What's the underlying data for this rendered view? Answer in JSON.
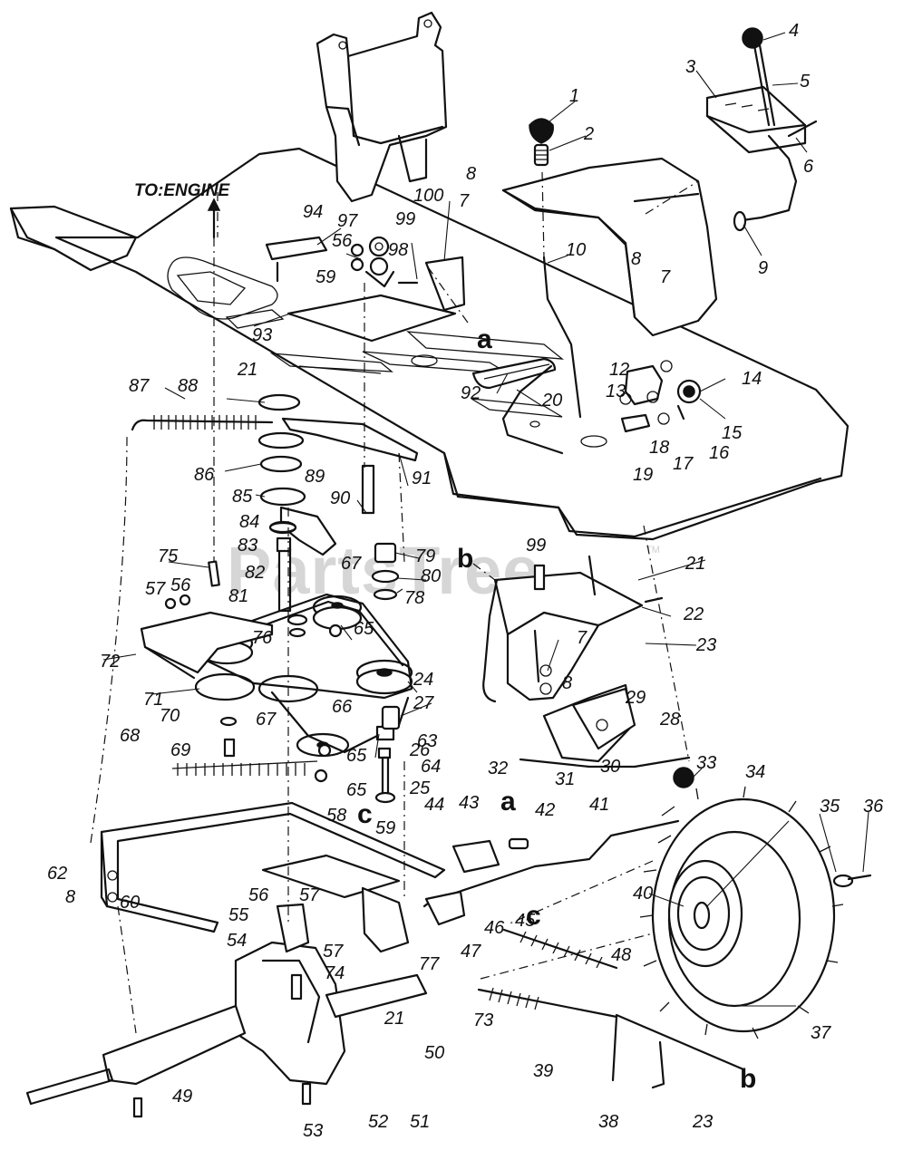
{
  "watermark": {
    "text": "PartsTree",
    "trademark": "TM"
  },
  "direction_label": "TO:ENGINE",
  "reference_letters": [
    "a",
    "b",
    "c"
  ],
  "callouts": [
    "1",
    "2",
    "3",
    "4",
    "5",
    "6",
    "7",
    "8",
    "9",
    "10",
    "12",
    "13",
    "14",
    "15",
    "16",
    "17",
    "18",
    "19",
    "20",
    "21",
    "22",
    "23",
    "24",
    "25",
    "26",
    "27",
    "28",
    "29",
    "30",
    "31",
    "32",
    "33",
    "34",
    "35",
    "36",
    "37",
    "38",
    "39",
    "40",
    "41",
    "42",
    "43",
    "44",
    "45",
    "46",
    "47",
    "48",
    "49",
    "50",
    "51",
    "52",
    "53",
    "54",
    "55",
    "56",
    "57",
    "58",
    "59",
    "60",
    "62",
    "63",
    "64",
    "65",
    "66",
    "67",
    "68",
    "69",
    "70",
    "71",
    "72",
    "73",
    "74",
    "75",
    "76",
    "77",
    "78",
    "79",
    "80",
    "81",
    "82",
    "83",
    "84",
    "85",
    "86",
    "87",
    "88",
    "89",
    "90",
    "91",
    "92",
    "93",
    "94",
    "97",
    "98",
    "99",
    "100"
  ]
}
